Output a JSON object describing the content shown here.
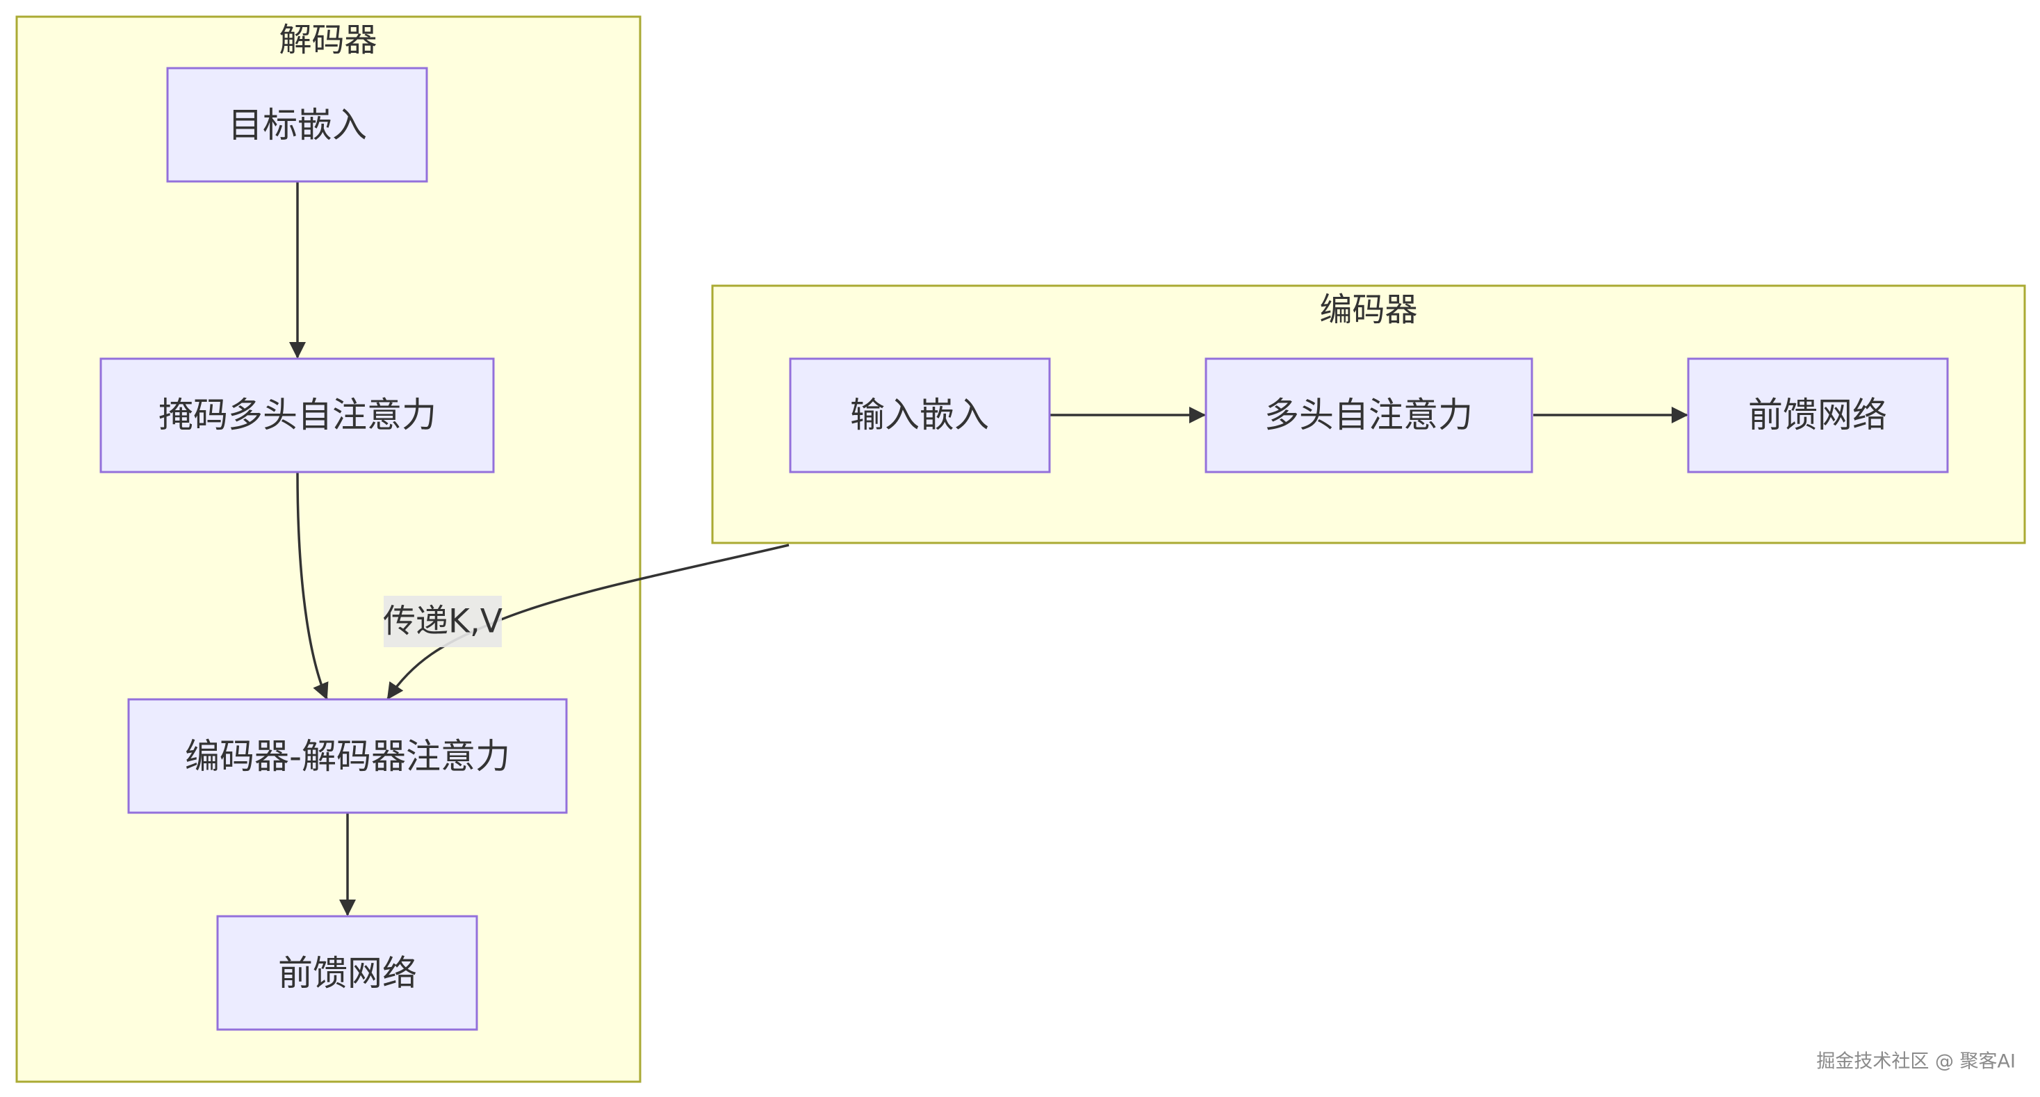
{
  "diagram": {
    "clusters": {
      "decoder": {
        "title": "解码器"
      },
      "encoder": {
        "title": "编码器"
      }
    },
    "nodes": {
      "target_embedding": "目标嵌入",
      "masked_mha": "掩码多头自注意力",
      "cross_attention": "编码器-解码器注意力",
      "decoder_ffn": "前馈网络",
      "input_embedding": "输入嵌入",
      "encoder_mha": "多头自注意力",
      "encoder_ffn": "前馈网络"
    },
    "edge_labels": {
      "pass_kv": "传递K,V"
    },
    "colors": {
      "cluster_fill": "#ffffde",
      "cluster_stroke": "#aaaa33",
      "node_fill": "#ececff",
      "node_stroke": "#9370db",
      "edge": "#333333",
      "text": "#333333"
    }
  },
  "watermark": "掘金技术社区 @ 聚客AI"
}
